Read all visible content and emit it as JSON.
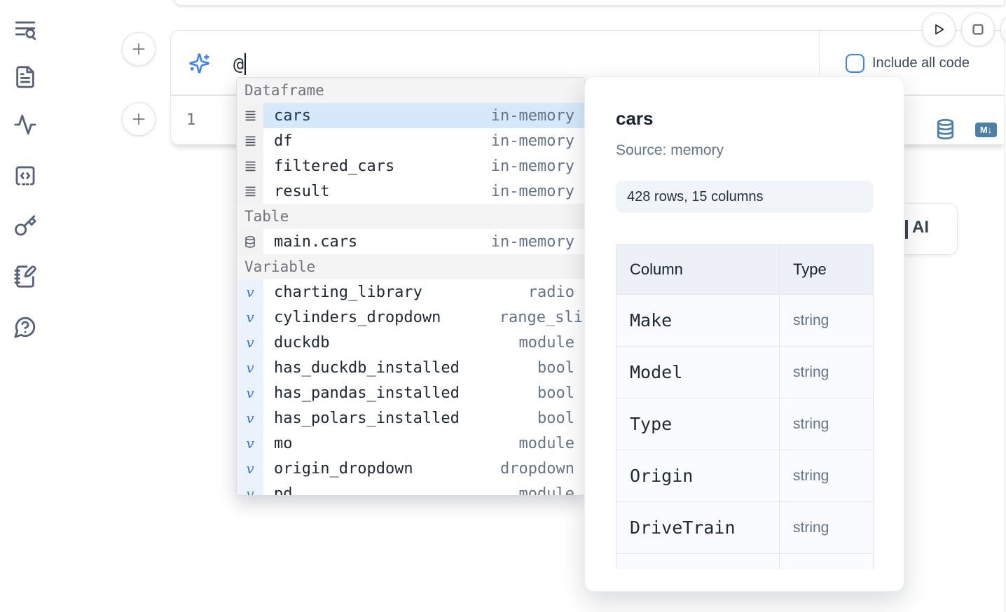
{
  "colors": {
    "accent_blue": "#3b82f6",
    "steel_blue": "#4e7fa5",
    "selection_bg": "#d6e9fb",
    "sidebar_icon": "#55627a"
  },
  "sidebar": {
    "icons": [
      "text-search-icon",
      "file-text-icon",
      "activity-icon",
      "code-snippet-icon",
      "key-icon",
      "notebook-pen-icon",
      "help-chat-icon"
    ]
  },
  "prompt": {
    "icon": "sparkles-icon",
    "value": "@",
    "include_all_code_label": "Include all code",
    "include_all_code_checked": false
  },
  "toolbar": {
    "run_icon": "play-icon",
    "stop_icon": "stop-icon"
  },
  "cell": {
    "line_number": "1",
    "database_icon": "database-icon",
    "markdown_badge": "M↓"
  },
  "autocomplete": {
    "sections": [
      {
        "label": "Dataframe",
        "icon": "rows-icon",
        "items": [
          {
            "label": "cars",
            "detail": "in-memory",
            "selected": true
          },
          {
            "label": "df",
            "detail": "in-memory",
            "selected": false
          },
          {
            "label": "filtered_cars",
            "detail": "in-memory",
            "selected": false
          },
          {
            "label": "result",
            "detail": "in-memory",
            "selected": false
          }
        ]
      },
      {
        "label": "Table",
        "icon": "database-icon",
        "items": [
          {
            "label": "main.cars",
            "detail": "in-memory",
            "selected": false
          }
        ]
      },
      {
        "label": "Variable",
        "icon": "variable-icon",
        "items": [
          {
            "label": "charting_library",
            "detail": "radio",
            "selected": false
          },
          {
            "label": "cylinders_dropdown",
            "detail": "range_sli",
            "selected": false
          },
          {
            "label": "duckdb",
            "detail": "module",
            "selected": false
          },
          {
            "label": "has_duckdb_installed",
            "detail": "bool",
            "selected": false
          },
          {
            "label": "has_pandas_installed",
            "detail": "bool",
            "selected": false
          },
          {
            "label": "has_polars_installed",
            "detail": "bool",
            "selected": false
          },
          {
            "label": "mo",
            "detail": "module",
            "selected": false
          },
          {
            "label": "origin_dropdown",
            "detail": "dropdown",
            "selected": false
          },
          {
            "label": "pd",
            "detail": "module",
            "selected": false
          }
        ]
      }
    ]
  },
  "preview": {
    "title": "cars",
    "source": "Source: memory",
    "shape": "428 rows, 15 columns",
    "table": {
      "headers": [
        "Column",
        "Type"
      ],
      "rows": [
        [
          "Make",
          "string"
        ],
        [
          "Model",
          "string"
        ],
        [
          "Type",
          "string"
        ],
        [
          "Origin",
          "string"
        ],
        [
          "DriveTrain",
          "string"
        ],
        [
          "",
          ""
        ]
      ]
    }
  },
  "ai_card": {
    "visible_label": "AI"
  }
}
